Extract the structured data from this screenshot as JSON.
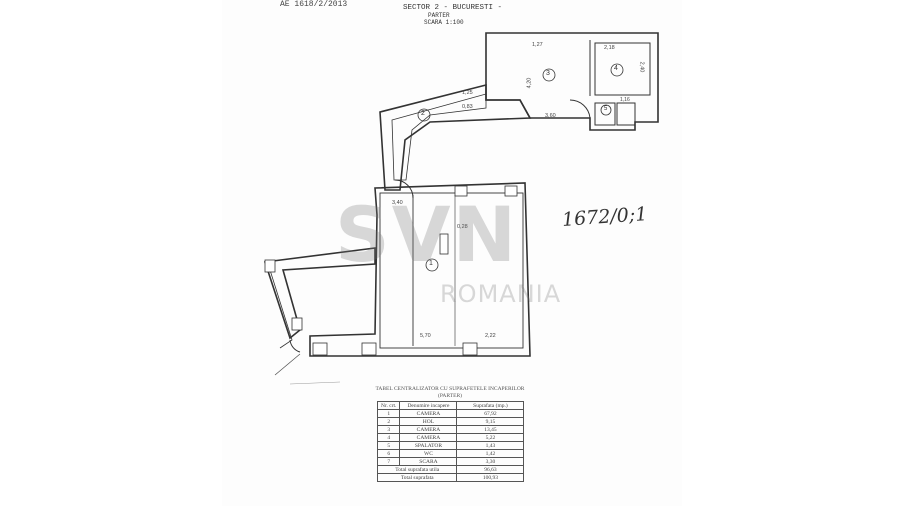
{
  "header": {
    "top_left": "AE  1618/2/2013",
    "sector": "SECTOR 2 - BUCURESTI -",
    "level": "PARTER",
    "scale": "SCARA 1:100"
  },
  "handwritten_note": "1672/0;1",
  "watermark": {
    "logo": "SVN",
    "subtitle": "ROMANIA"
  },
  "rooms": [
    {
      "number": "1",
      "dims": [
        "5,70",
        "2,22",
        "3,40",
        "0,28"
      ]
    },
    {
      "number": "2",
      "dims": [
        "1,25",
        "0,83"
      ]
    },
    {
      "number": "3",
      "dims": [
        "1,27",
        "4,20",
        "3,60"
      ]
    },
    {
      "number": "4",
      "dims": [
        "2,18",
        "2,40"
      ]
    },
    {
      "number": "5",
      "dims": [
        "1,16"
      ]
    }
  ],
  "table": {
    "title": "TABEL CENTRALIZATOR CU SUPRAFETELE INCAPERILOR",
    "subtitle": "(PARTER)",
    "columns": [
      "Nr. crt.",
      "Denumire incapere",
      "Suprafata (mp.)"
    ],
    "rows": [
      [
        "1",
        "CAMERA",
        "67,92"
      ],
      [
        "2",
        "HOL",
        "9,15"
      ],
      [
        "3",
        "CAMERA",
        "13,45"
      ],
      [
        "4",
        "CAMERA",
        "5,22"
      ],
      [
        "5",
        "SPALATOR",
        "1,43"
      ],
      [
        "6",
        "WC",
        "1,42"
      ],
      [
        "7",
        "SCARA",
        "3,30"
      ]
    ],
    "total_useful_label": "Total suprafata utila",
    "total_useful": "96,63",
    "total_label": "Total suprafata",
    "total": "100,93"
  }
}
